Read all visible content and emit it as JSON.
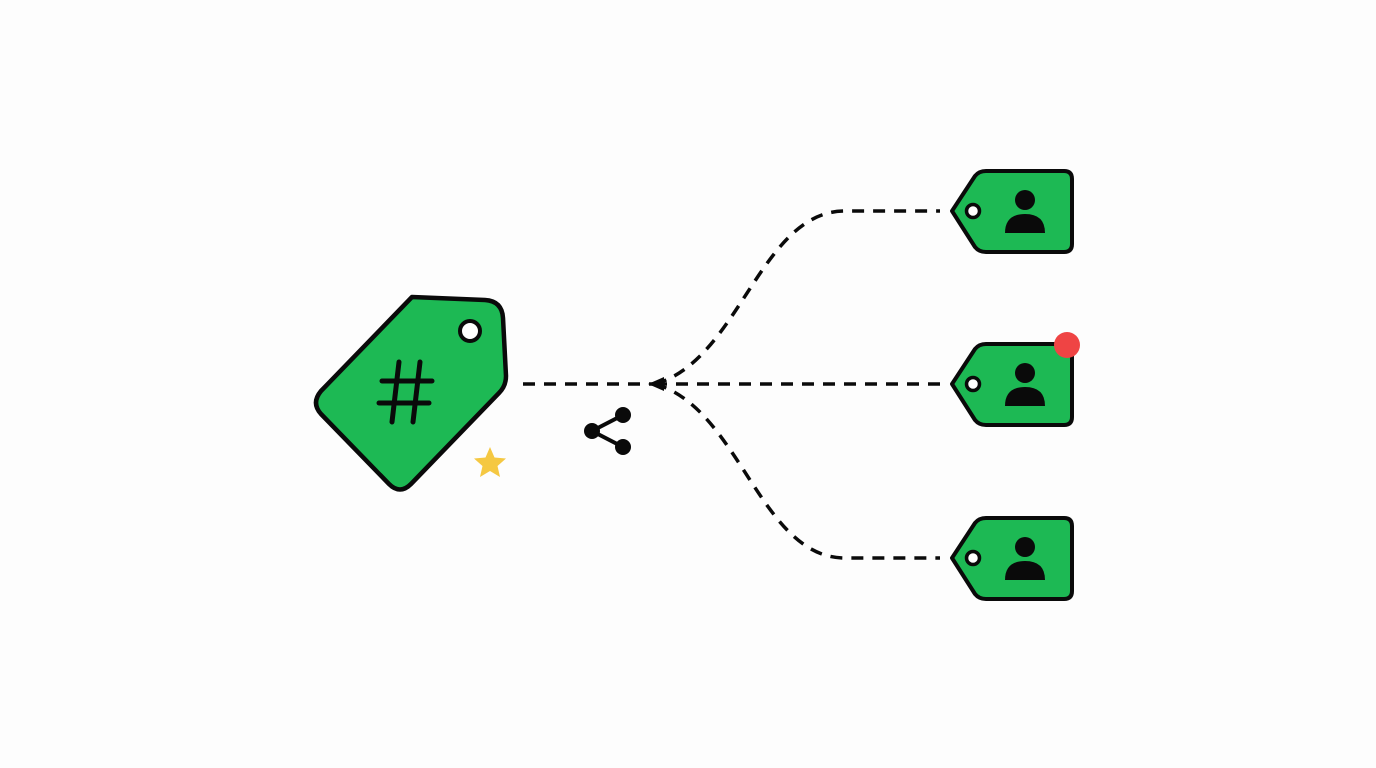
{
  "colors": {
    "background": "#fdfdfd",
    "tag_fill": "#1DB954",
    "outline": "#0a0a0a",
    "star": "#F5C842",
    "notification_dot": "#EF4444"
  },
  "icons": {
    "source_tag": "hashtag-tag-icon",
    "share": "share-icon",
    "star": "star-icon",
    "target_tags": [
      "user-tag-icon",
      "user-tag-icon",
      "user-tag-icon"
    ],
    "badge": "notification-dot-icon"
  },
  "targets": [
    {
      "name": "user-tag-top",
      "has_notification": false
    },
    {
      "name": "user-tag-middle",
      "has_notification": true
    },
    {
      "name": "user-tag-bottom",
      "has_notification": false
    }
  ]
}
